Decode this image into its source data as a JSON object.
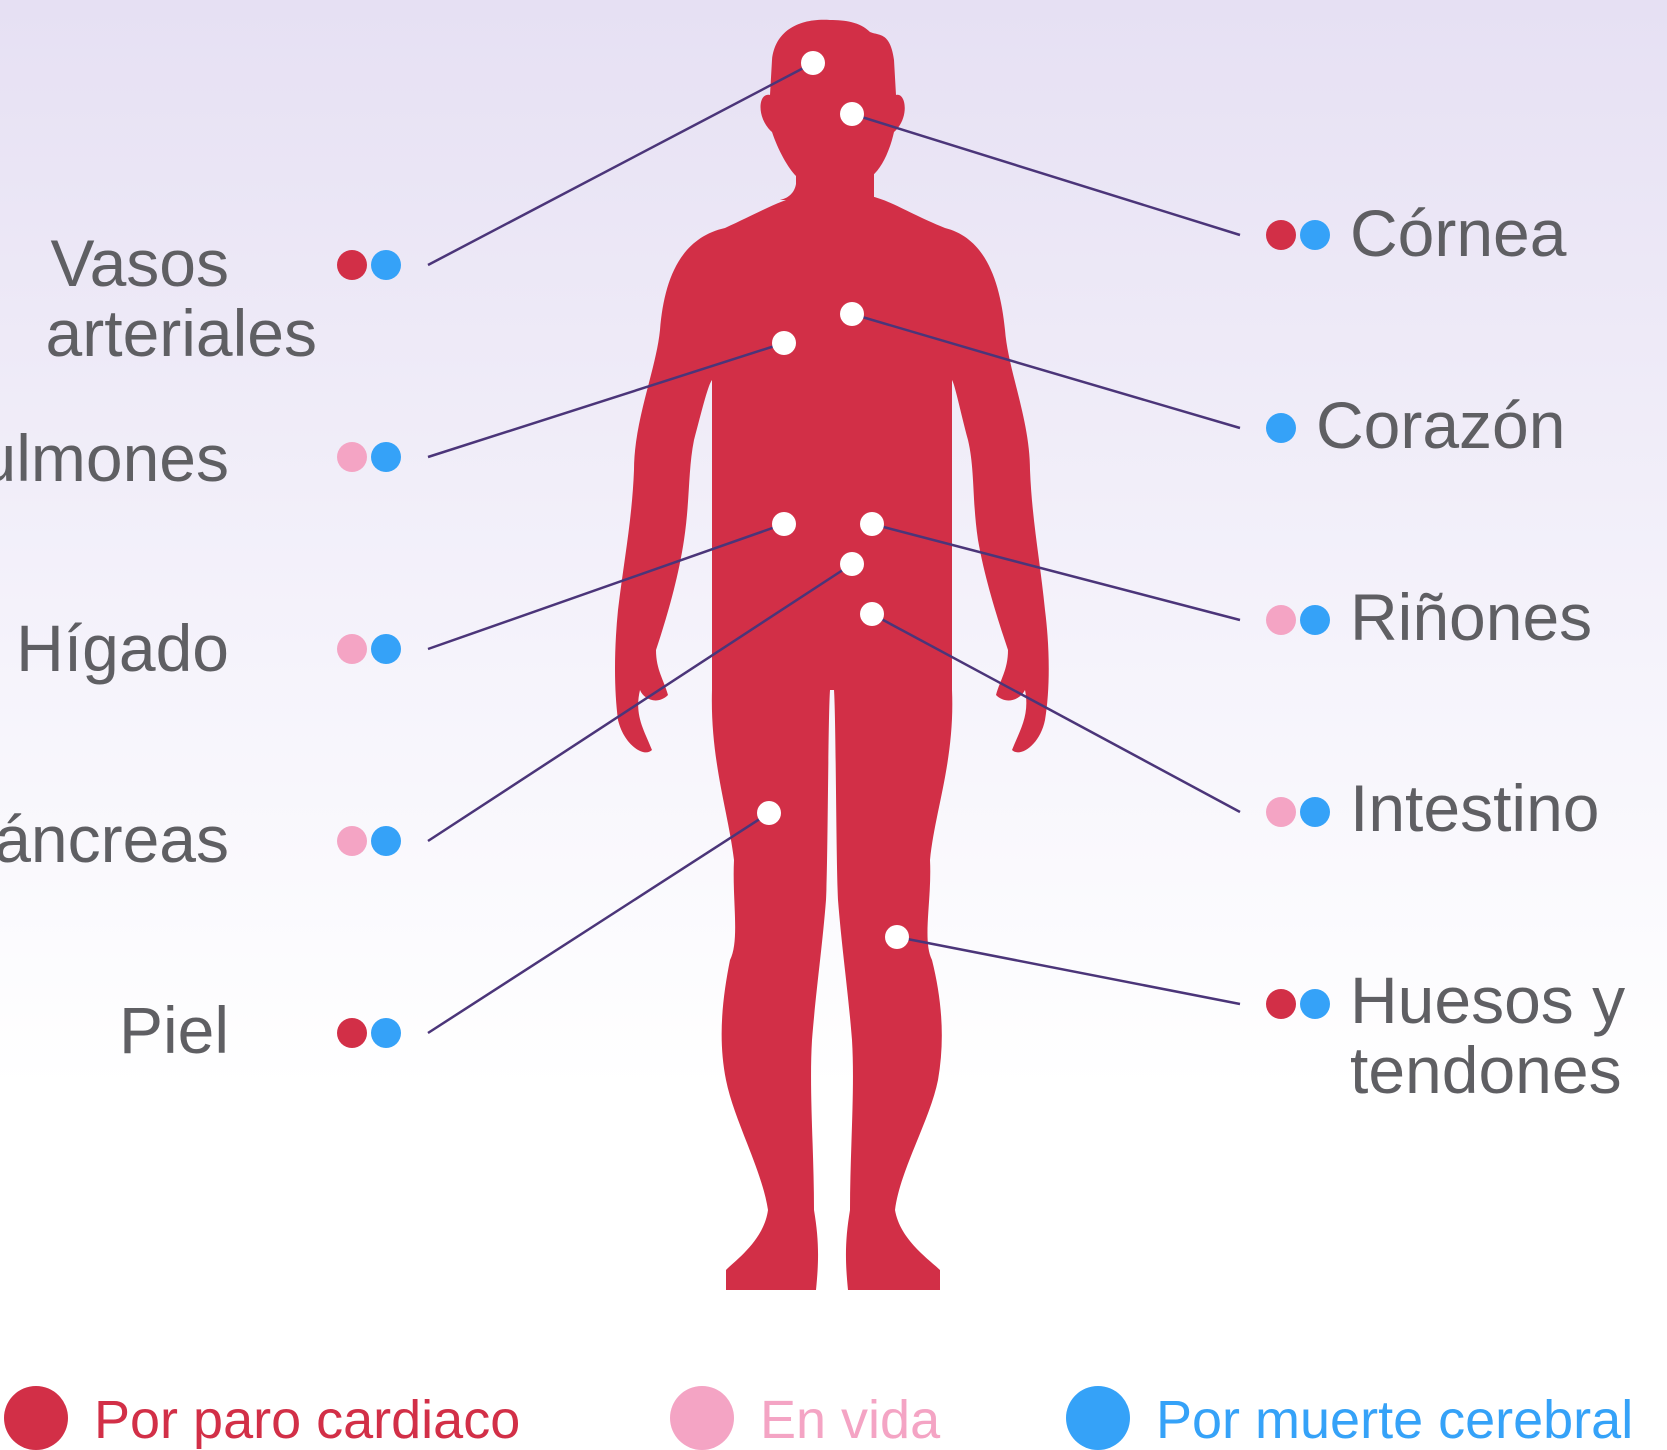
{
  "colors": {
    "body": "#d22f47",
    "cardiac": "#d22f47",
    "alive": "#f4a4c4",
    "brain": "#35a2f8",
    "line": "#4b3579",
    "label": "#5f5f63"
  },
  "legend": [
    {
      "label": "Por paro cardiaco",
      "color": "#d22f47"
    },
    {
      "label": "En vida",
      "color": "#f4a4c4"
    },
    {
      "label": "Por muerte cerebral",
      "color": "#35a2f8"
    }
  ],
  "organs": {
    "vasos": {
      "line1": "Vasos",
      "line2": "arteriales",
      "sources": [
        "cardiac",
        "brain"
      ]
    },
    "pulmones": {
      "label": "Pulmones",
      "sources": [
        "alive",
        "brain"
      ]
    },
    "higado": {
      "label": "Hígado",
      "sources": [
        "alive",
        "brain"
      ]
    },
    "pancreas": {
      "label": "Páncreas",
      "sources": [
        "alive",
        "brain"
      ]
    },
    "piel": {
      "label": "Piel",
      "sources": [
        "cardiac",
        "brain"
      ]
    },
    "cornea": {
      "label": "Córnea",
      "sources": [
        "cardiac",
        "brain"
      ]
    },
    "corazon": {
      "label": "Corazón",
      "sources": [
        "brain"
      ]
    },
    "rinones": {
      "label": "Riñones",
      "sources": [
        "alive",
        "brain"
      ]
    },
    "intestino": {
      "label": "Intestino",
      "sources": [
        "alive",
        "brain"
      ]
    },
    "huesos": {
      "line1": "Huesos y",
      "line2": "tendones",
      "sources": [
        "cardiac",
        "brain"
      ]
    }
  }
}
